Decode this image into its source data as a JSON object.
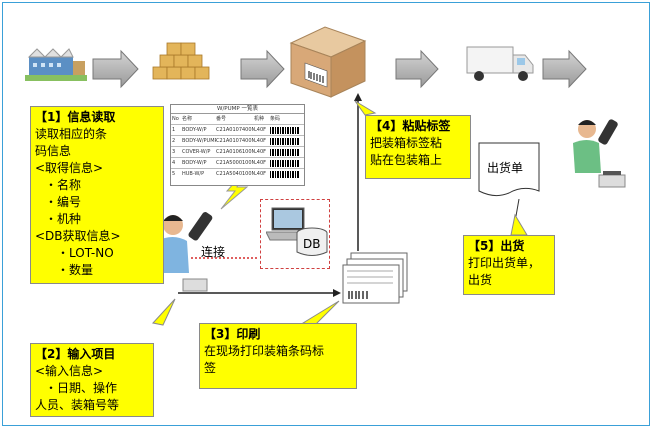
{
  "callouts": {
    "c1": {
      "title": "【1】信息读取",
      "lines": [
        "读取相应的条",
        "码信息",
        "<取得信息>",
        "・名称",
        "・编号",
        "・机种",
        "<DB获取信息>",
        "・LOT-NO",
        "・数量"
      ]
    },
    "c2": {
      "title": "【2】输入项目",
      "lines": [
        "<输入信息>",
        "・日期、操作",
        "人员、装箱号等"
      ]
    },
    "c3": {
      "title": "【3】印刷",
      "lines": [
        "在现场打印装箱条码标",
        "签"
      ]
    },
    "c4": {
      "title": "【4】粘贴标签",
      "lines": [
        "把装箱标签粘",
        "贴在包装箱上"
      ]
    },
    "c5": {
      "title": "【5】出货",
      "lines": [
        "打印出货单，",
        "出货"
      ]
    }
  },
  "labels": {
    "connect": "连接",
    "db": "DB",
    "shipping_slip": "出货单"
  },
  "table": {
    "caption": "W/PUMP 一覧表",
    "headers": [
      "No",
      "名称",
      "番号",
      "机种",
      "条码"
    ],
    "rows": [
      [
        "1",
        "BODY-W/P",
        "C21A0107400N",
        "L40F"
      ],
      [
        "2",
        "BODY-W/PUMP",
        "C21A0107400N",
        "L40F"
      ],
      [
        "3",
        "COVER-W/P",
        "C21A0106100N",
        "L40F"
      ],
      [
        "4",
        "BODY-W/P",
        "C21A5000100N",
        "L40F"
      ],
      [
        "5",
        "HUB-W/P",
        "C21A5040100N",
        "L40F"
      ]
    ]
  },
  "colors": {
    "callout": "#ffff00",
    "frame": "#3aa0d8",
    "connector_dotted": "#cc0000",
    "arrow_gray": "#a0a0a0"
  },
  "icons": [
    "factory-icon",
    "boxes-icon",
    "package-icon",
    "truck-icon",
    "worker-scanner-icon",
    "laptop-icon",
    "database-icon",
    "label-printer-icon",
    "barcode-label-icon",
    "lightning-icon",
    "shipping-slip-icon"
  ]
}
